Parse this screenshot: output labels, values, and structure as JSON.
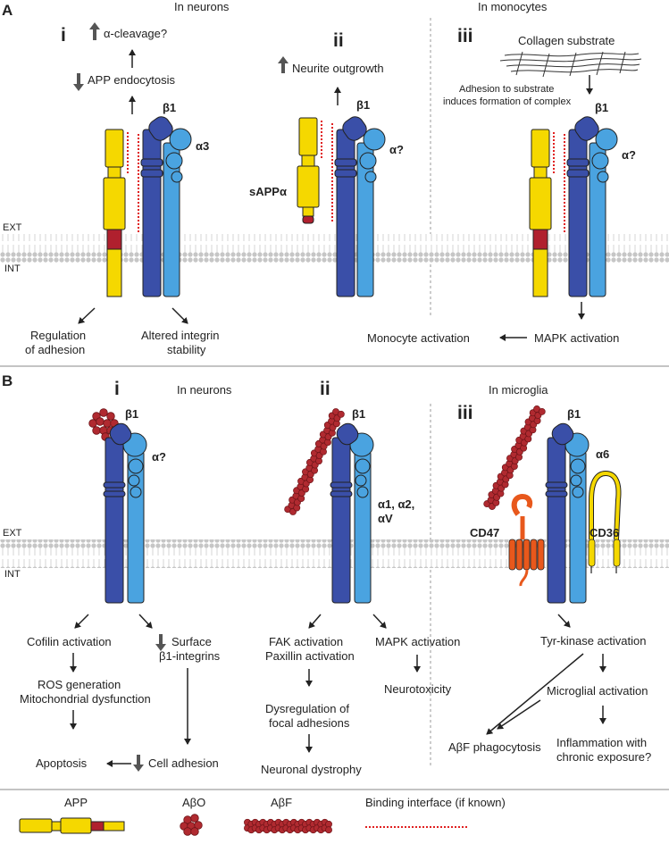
{
  "panel_a": {
    "letter": "A",
    "header_neurons": "In neurons",
    "header_monocytes": "In monocytes",
    "sub_i": {
      "numeral": "i",
      "alpha_cleavage": "α-cleavage?",
      "app_endocytosis": "APP endocytosis",
      "beta": "β1",
      "alpha": "α3",
      "reg_line1": "Regulation",
      "reg_line2": "of adhesion",
      "alt_line1": "Altered integrin",
      "alt_line2": "stability"
    },
    "sub_ii": {
      "numeral": "ii",
      "neurite": "Neurite outgrowth",
      "beta": "β1",
      "alpha": "α?",
      "sapp": "sAPPα"
    },
    "sub_iii": {
      "numeral": "iii",
      "collagen": "Collagen substrate",
      "adh_line1": "Adhesion to substrate",
      "adh_line2": "induces formation of complex",
      "beta": "β1",
      "alpha": "α?",
      "mapk": "MAPK activation",
      "monocyte": "Monocyte activation"
    },
    "ext": "EXT",
    "int": "INT"
  },
  "panel_b": {
    "letter": "B",
    "header_neurons": "In neurons",
    "header_microglia": "In microglia",
    "sub_i": {
      "numeral": "i",
      "beta": "β1",
      "alpha": "α?",
      "cofilin": "Cofilin activation",
      "surface1": "Surface",
      "surface2": "β1-integrins",
      "ros1": "ROS generation",
      "ros2": "Mitochondrial dysfunction",
      "apoptosis": "Apoptosis",
      "cell_adhesion": "Cell adhesion"
    },
    "sub_ii": {
      "numeral": "ii",
      "beta": "β1",
      "alpha1": "α1, α2,",
      "alpha2": "αV",
      "fak1": "FAK activation",
      "fak2": "Paxillin activation",
      "mapk": "MAPK activation",
      "dys1": "Dysregulation of",
      "dys2": "focal adhesions",
      "neurotox": "Neurotoxicity",
      "dystrophy": "Neuronal dystrophy"
    },
    "sub_iii": {
      "numeral": "iii",
      "beta": "β1",
      "alpha": "α6",
      "cd47": "CD47",
      "cd36": "CD36",
      "tyr": "Tyr-kinase activation",
      "microglial": "Microglial activation",
      "phago": "AβF phagocytosis",
      "infl1": "Inflammation with",
      "infl2": "chronic exposure?"
    },
    "ext": "EXT",
    "int": "INT"
  },
  "legend": {
    "app": "APP",
    "abo": "AβO",
    "abf": "AβF",
    "binding": "Binding interface (if known)"
  },
  "colors": {
    "app_yellow": "#f5d800",
    "app_red": "#b0202e",
    "beta_dark": "#3a4fa8",
    "alpha_light": "#4aa3e0",
    "amyloid": "#b02a30",
    "cd47": "#e8581c",
    "membrane": "#c8c8c8",
    "interface": "#e02020"
  }
}
